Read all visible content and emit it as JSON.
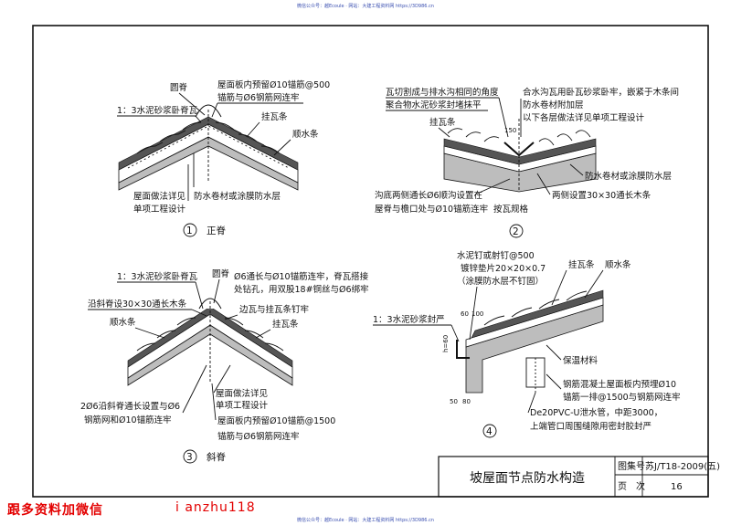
{
  "watermark": {
    "top": "微信公众号：越Ecoule · 网站：大建工程资料网 https://3D986.cn",
    "bottom": "微信公众号：越Ecoule · 网站：大建工程资料网 https://3D986.cn"
  },
  "footer": {
    "wechat_cta": "跟多资料加微信",
    "wechat_id": "i anzhu118"
  },
  "detail1": {
    "num": "①",
    "caption": "正脊",
    "labels": {
      "ridge": "圆脊",
      "mortar": "1：3水泥砂浆卧脊瓦",
      "embed": "屋面板内预留Ø10锚筋@500",
      "anchor": "锚筋与Ø6钢筋网连牢",
      "batten": "挂瓦条",
      "counter": "顺水条",
      "roof1": "屋面做法详见",
      "roof2": "单项工程设计",
      "membrane": "防水卷材或涂膜防水层"
    }
  },
  "detail2": {
    "num": "②",
    "labels": {
      "cut": "瓦切割成与排水沟相同的角度",
      "seal": "聚合物水泥砂浆封堵抹平",
      "batten": "挂瓦条",
      "valley1": "合水沟瓦用卧瓦砂浆卧牢，嵌紧于木条间",
      "valley2": "防水卷材附加层",
      "valley3": "以下各层做法详见单项工程设计",
      "dim": "150",
      "membrane": "防水卷材或涂膜防水层",
      "strip": "两侧设置30×30通长木条",
      "rebar1": "沟底两侧通长Ø6顺沟设置在",
      "rebar2": "屋脊与檐口处与Ø10锚筋连牢",
      "spec": "按瓦规格"
    }
  },
  "detail3": {
    "num": "③",
    "caption": "斜脊",
    "labels": {
      "mortar": "1：3水泥砂浆卧脊瓦",
      "ridge": "圆脊",
      "rebar1": "Ø6通长与Ø10锚筋连牢，脊瓦搭接",
      "rebar2": "处钻孔，用双股18#铜丝与Ø6绑牢",
      "edge": "边瓦与挂瓦条钉牢",
      "strip": "沿斜脊设30×30通长木条",
      "counter": "顺水条",
      "batten": "挂瓦条",
      "roof1": "屋面做法详见",
      "roof2": "单项工程设计",
      "embed": "屋面板内预留Ø10锚筋@1500",
      "anchor": "锚筋与Ø6钢筋网连牢",
      "along1": "2Ø6沿斜脊通长设置与Ø6",
      "along2": "钢筋网和Ø10锚筋连牢"
    }
  },
  "detail4": {
    "num": "④",
    "labels": {
      "nail": "水泥钉或射钉@500",
      "washer": "镀锌垫片20×20×0.7",
      "nonail": "（涂膜防水层不钉固）",
      "batten": "挂瓦条",
      "counter": "顺水条",
      "seal": "1：3水泥砂浆封严",
      "dim1": "60",
      "dim2": "100",
      "dim3": "h=60",
      "insul": "保温材料",
      "rc1": "钢筋混凝土屋面板内预埋Ø10",
      "rc2": "锚筋一排@1500与钢筋网连牢",
      "pipe1": "De20PVC-U泄水管，中距3000，",
      "pipe2": "上端管口周围缝隙用密封胶封严",
      "dimb1": "50",
      "dimb2": "80"
    }
  },
  "title_block": {
    "title": "坡屋面节点防水构造",
    "atlas_label": "图集号",
    "atlas_value": "苏J/T18-2009(五)",
    "page_label": "页　次",
    "page_value": "16"
  }
}
